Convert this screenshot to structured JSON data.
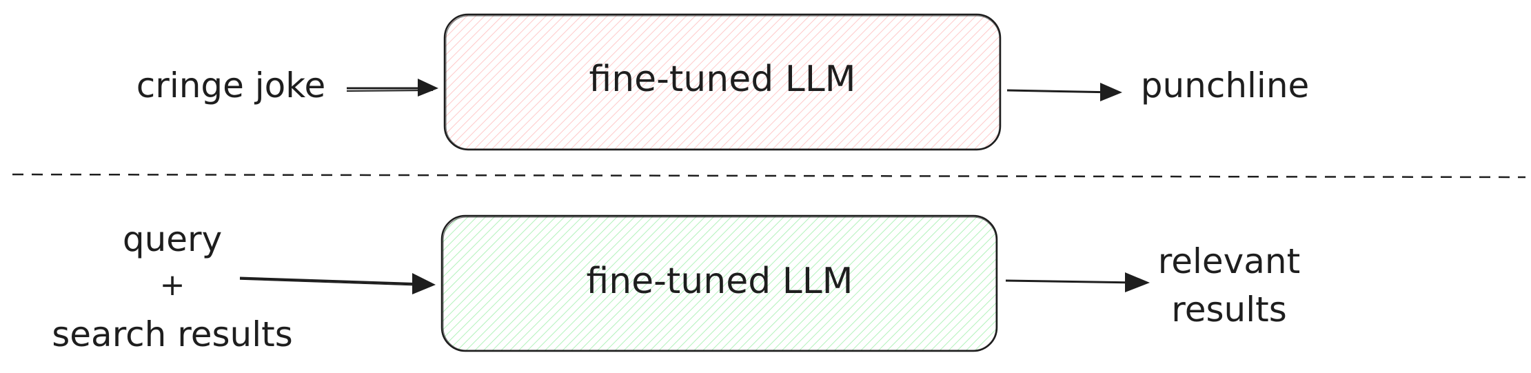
{
  "diagram": {
    "top_flow": {
      "input_label": "cringe joke",
      "box_label": "fine-tuned LLM",
      "box_fill": "#ffc9c9",
      "output_label": "punchline"
    },
    "bottom_flow": {
      "input_lines": [
        "query",
        "+",
        "search results"
      ],
      "box_label": "fine-tuned LLM",
      "box_fill": "#b2f2bb",
      "output_lines": [
        "relevant",
        "results"
      ]
    },
    "separator": {
      "style": "dashed"
    },
    "colors": {
      "stroke": "#1e1e1e",
      "background": "#ffffff"
    }
  }
}
